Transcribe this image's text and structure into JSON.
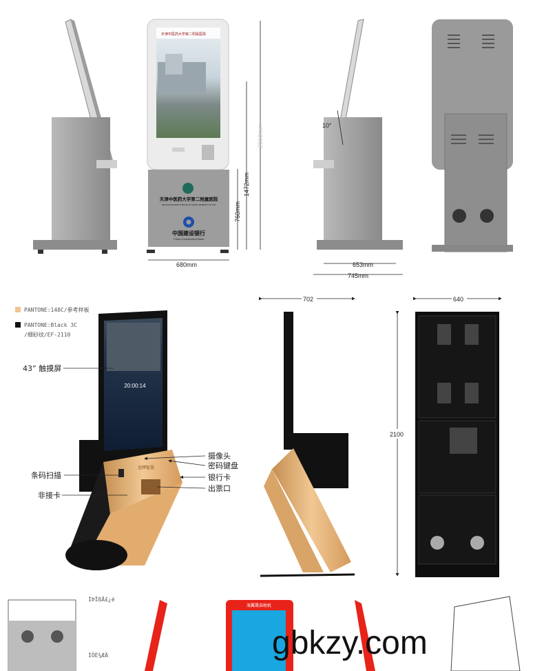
{
  "top_row": {
    "tilt_angle": "10°",
    "front_height_total": "2010mm",
    "front_height_screen": "1472mm",
    "front_height_cabinet": "760mm",
    "front_width": "680mm",
    "side_depth_body": "653mm",
    "side_depth_total": "745mm",
    "screen_header": "天津中医药大学第二附属医院",
    "cabinet_logo_text": "天津中医药大学第二附属医院",
    "cabinet_logo_subtext": "SECOND AFFILIATED HOSPITAL OF TIANJIN UNIVERSITY OF TCM",
    "bank_name": "中国建设银行",
    "bank_name_en": "China Construction Bank"
  },
  "middle_row": {
    "legend": [
      {
        "label": "PANTONE:148C/参考样板",
        "color": "#f2c48e"
      },
      {
        "label": "PANTONE:Black 3C",
        "sub": "/细砂纹/EF-2110",
        "color": "#111111"
      }
    ],
    "screen_time": "20:00:14",
    "body_brand": "金牌智慧",
    "callouts_left": [
      "43” 触摸屏",
      "条码扫描",
      "非接卡"
    ],
    "callouts_right": [
      "摄像头",
      "密码键盘",
      "银行卡",
      "出票口"
    ],
    "side_width": "702",
    "back_width": "640",
    "height": "2100"
  },
  "bottom_row": {
    "label_top": "ÌÞÎßÃ£¿é",
    "label_mid": "ÌÖÈ¾ÆÄ",
    "red_kiosk_header": "海翼晟自助机"
  },
  "watermark": "gbkzy.com",
  "colors": {
    "gold": "#e8b67a",
    "black": "#111111",
    "gray": "#9a9a9a",
    "red": "#e8231a",
    "blue": "#1aa6df"
  }
}
